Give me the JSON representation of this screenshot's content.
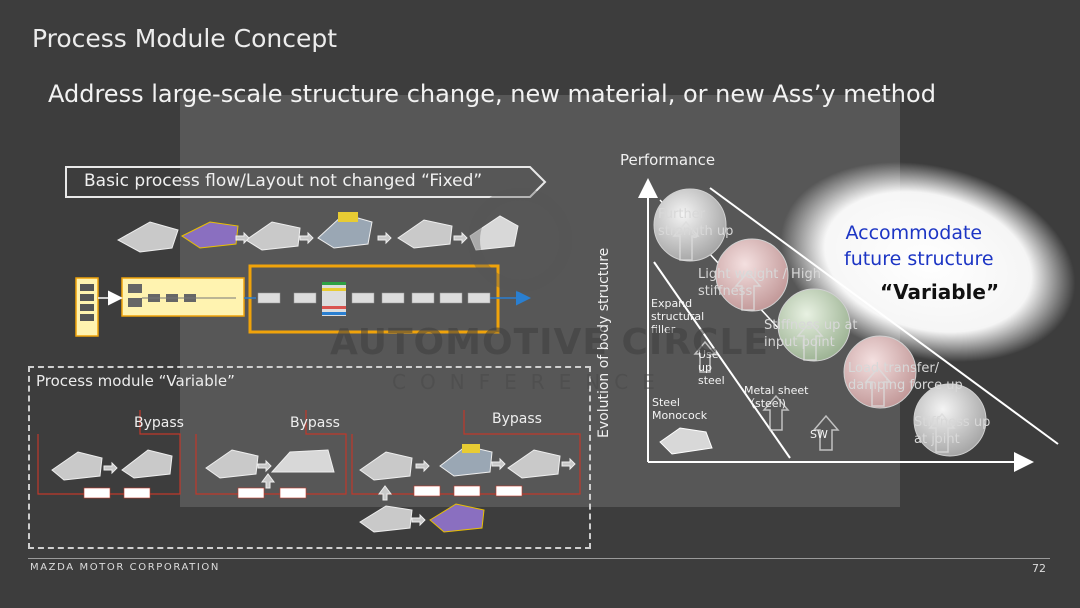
{
  "slide": {
    "title": "Process Module Concept",
    "subtitle": "Address large-scale structure change, new material, or new Ass’y method"
  },
  "fixed_flow": {
    "label": "Basic process flow/Layout not changed  “Fixed”"
  },
  "variable_module": {
    "label": "Process module “Variable”",
    "bypass_labels": [
      "Bypass",
      "Bypass",
      "Bypass"
    ]
  },
  "diagram": {
    "y_axis_label": "Performance",
    "side_label": "Evolution of body structure",
    "accommodate_line1": "Accommodate",
    "accommodate_line2": "future structure",
    "variable_label": "“Variable”",
    "bubbles": [
      {
        "line1": "Further",
        "line2": "strength up"
      },
      {
        "line1": "Light weight / High",
        "line2": "stiffness"
      },
      {
        "line1": "Stiffness up at",
        "line2": "input point"
      },
      {
        "line1": "Load transfer/",
        "line2": "damping force up"
      },
      {
        "line1": "Stiffness up",
        "line2": "at joint"
      }
    ],
    "stage_labels": {
      "expand_l1": "Expand",
      "expand_l2": "structural",
      "expand_l3": "filler",
      "use_l1": "Use",
      "use_l2": "up",
      "use_l3": "steel",
      "metal_l1": "Metal sheet",
      "metal_l2": "（steel)",
      "steel_l1": "Steel",
      "steel_l2": "Monocock",
      "sw": "SW"
    }
  },
  "watermark": {
    "line1": "AUTOMOTIVE CIRCLE",
    "line2": "CONFERENCE"
  },
  "footer": {
    "company": "MAZDA MOTOR CORPORATION",
    "page": "72"
  },
  "colors": {
    "background": "#3d3d3d",
    "accent_orange": "#f0a30a",
    "accent_blue": "#1c35c4",
    "bypass_red": "#c0392b"
  }
}
